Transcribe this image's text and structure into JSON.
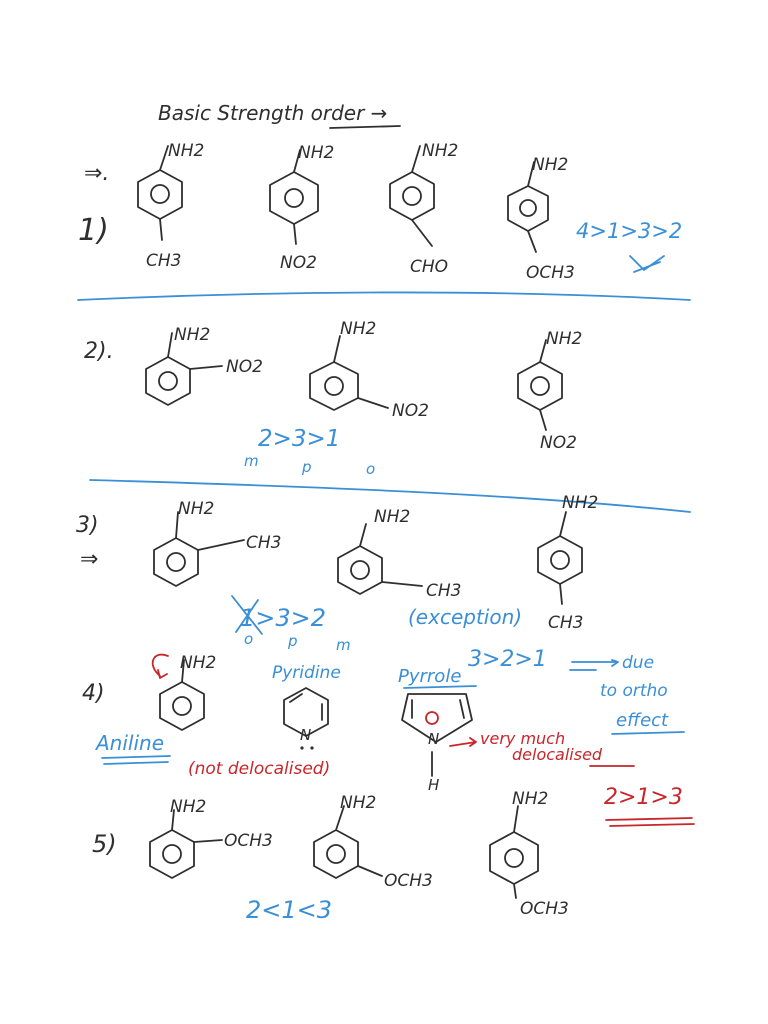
{
  "heading": "Basic Strength order →",
  "colors": {
    "ink": "#2f2f2f",
    "blue": "#3a8fd6",
    "red": "#c8262a",
    "paper": "#ffffff"
  },
  "sec1": {
    "arrow": "⇒.",
    "number": "1)",
    "sub1": "CH3",
    "nh1": "NH2",
    "sub2": "NO2",
    "nh2": "NH2",
    "sub3": "CHO",
    "nh3": "NH2",
    "sub4": "OCH3",
    "nh4": "NH2",
    "order": "4>1>3>2"
  },
  "sec2": {
    "number": "2).",
    "nh1": "NH2",
    "sub1": "NO2",
    "nh2": "NH2",
    "sub2": "NO2",
    "nh3": "NH2",
    "sub3": "NO2",
    "order": "2>3>1",
    "pos_m": "m",
    "pos_p": "p",
    "pos_o": "o"
  },
  "sec3": {
    "number": "3)",
    "arrow": "⇒",
    "nh1": "NH2",
    "sub1": "CH3",
    "nh2": "NH2",
    "sub2": "CH3",
    "nh3": "NH2",
    "sub3": "CH3",
    "order": "1>3>2",
    "pos_o": "o",
    "pos_p": "p",
    "pos_m": "m",
    "exception": "(exception)"
  },
  "sec4": {
    "number": "4)",
    "nh1": "NH2",
    "aniline": "Aniline",
    "pyridine": "Pyridine",
    "pyridine_n": "N",
    "pyrrole": "Pyrrole",
    "pyrrole_n": "N",
    "pyrrole_h": "H",
    "not_delocalised": "(not delocalised)",
    "very_much": "very much",
    "delocalised": "delocalised",
    "order_top": "3>2>1",
    "due": "due",
    "to_ortho": "to ortho",
    "effect": "effect",
    "order_red": "2>1>3"
  },
  "sec5": {
    "number": "5)",
    "nh1": "NH2",
    "sub1": "OCH3",
    "nh2": "NH2",
    "sub2": "OCH3",
    "nh3": "NH2",
    "sub3": "OCH3",
    "order": "2<1<3"
  }
}
